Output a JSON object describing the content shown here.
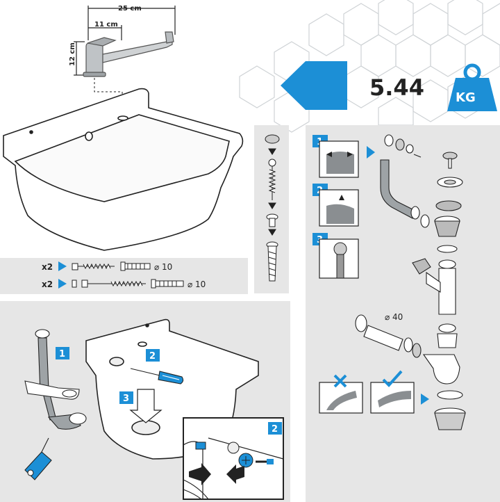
{
  "dimensions": {
    "faucet_width": "25 cm",
    "faucet_reach": "11 cm",
    "faucet_height": "12 cm"
  },
  "weight": {
    "value": "5.44",
    "unit": "KG"
  },
  "fixings": {
    "rows": [
      {
        "qty": "x2",
        "diameter": "⌀ 10"
      },
      {
        "qty": "x2",
        "diameter": "⌀ 10"
      }
    ]
  },
  "drain_diameter": "⌀ 40",
  "steps": {
    "top_right": [
      "1",
      "2",
      "3"
    ],
    "bottom_left": [
      "1",
      "2",
      "3"
    ],
    "inset": "2"
  },
  "colors": {
    "accent": "#1c8fd6",
    "panel": "#e6e6e6",
    "line": "#222222"
  }
}
